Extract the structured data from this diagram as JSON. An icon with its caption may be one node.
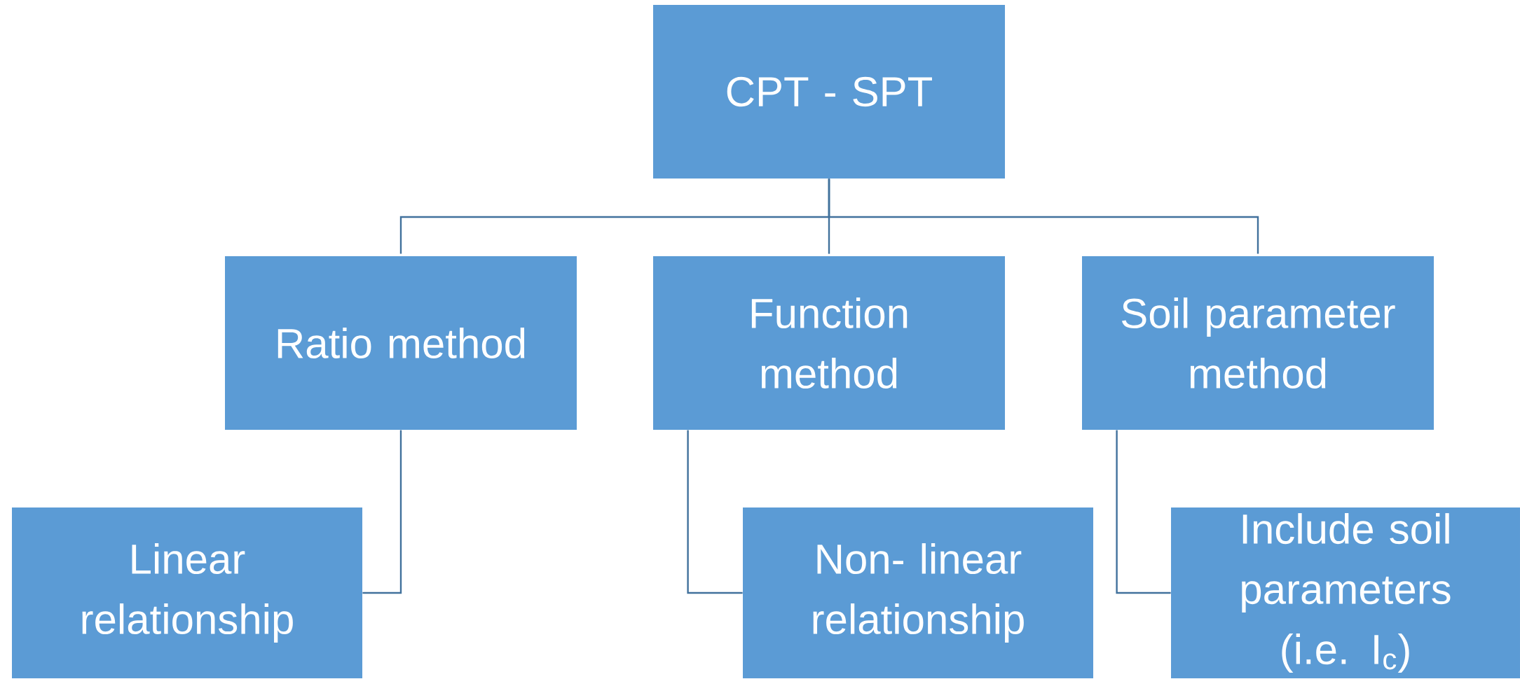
{
  "diagram": {
    "nodes": [
      {
        "text": [
          "CPT  - SPT"
        ]
      },
      {
        "text": [
          "Ratio method"
        ]
      },
      {
        "text": [
          "Function method"
        ]
      },
      {
        "text": [
          "Soil parameter method"
        ]
      },
      {
        "text": [
          "Linear relationship"
        ]
      },
      {
        "text": [
          "Non- linear relationship"
        ]
      },
      {
        "text": [
          "Include soil parameters (i.e. I$_{c}$)"
        ]
      }
    ],
    "edges": [
      {
        "from": 0,
        "to": 1,
        "arrow": "none"
      },
      {
        "from": 0,
        "to": 2,
        "arrow": "none"
      },
      {
        "from": 0,
        "to": 3,
        "arrow": "none"
      },
      {
        "from": 1,
        "to": 4,
        "arrow": "none"
      },
      {
        "from": 2,
        "to": 5,
        "arrow": "none"
      },
      {
        "from": 3,
        "to": 6,
        "arrow": "none"
      }
    ]
  }
}
